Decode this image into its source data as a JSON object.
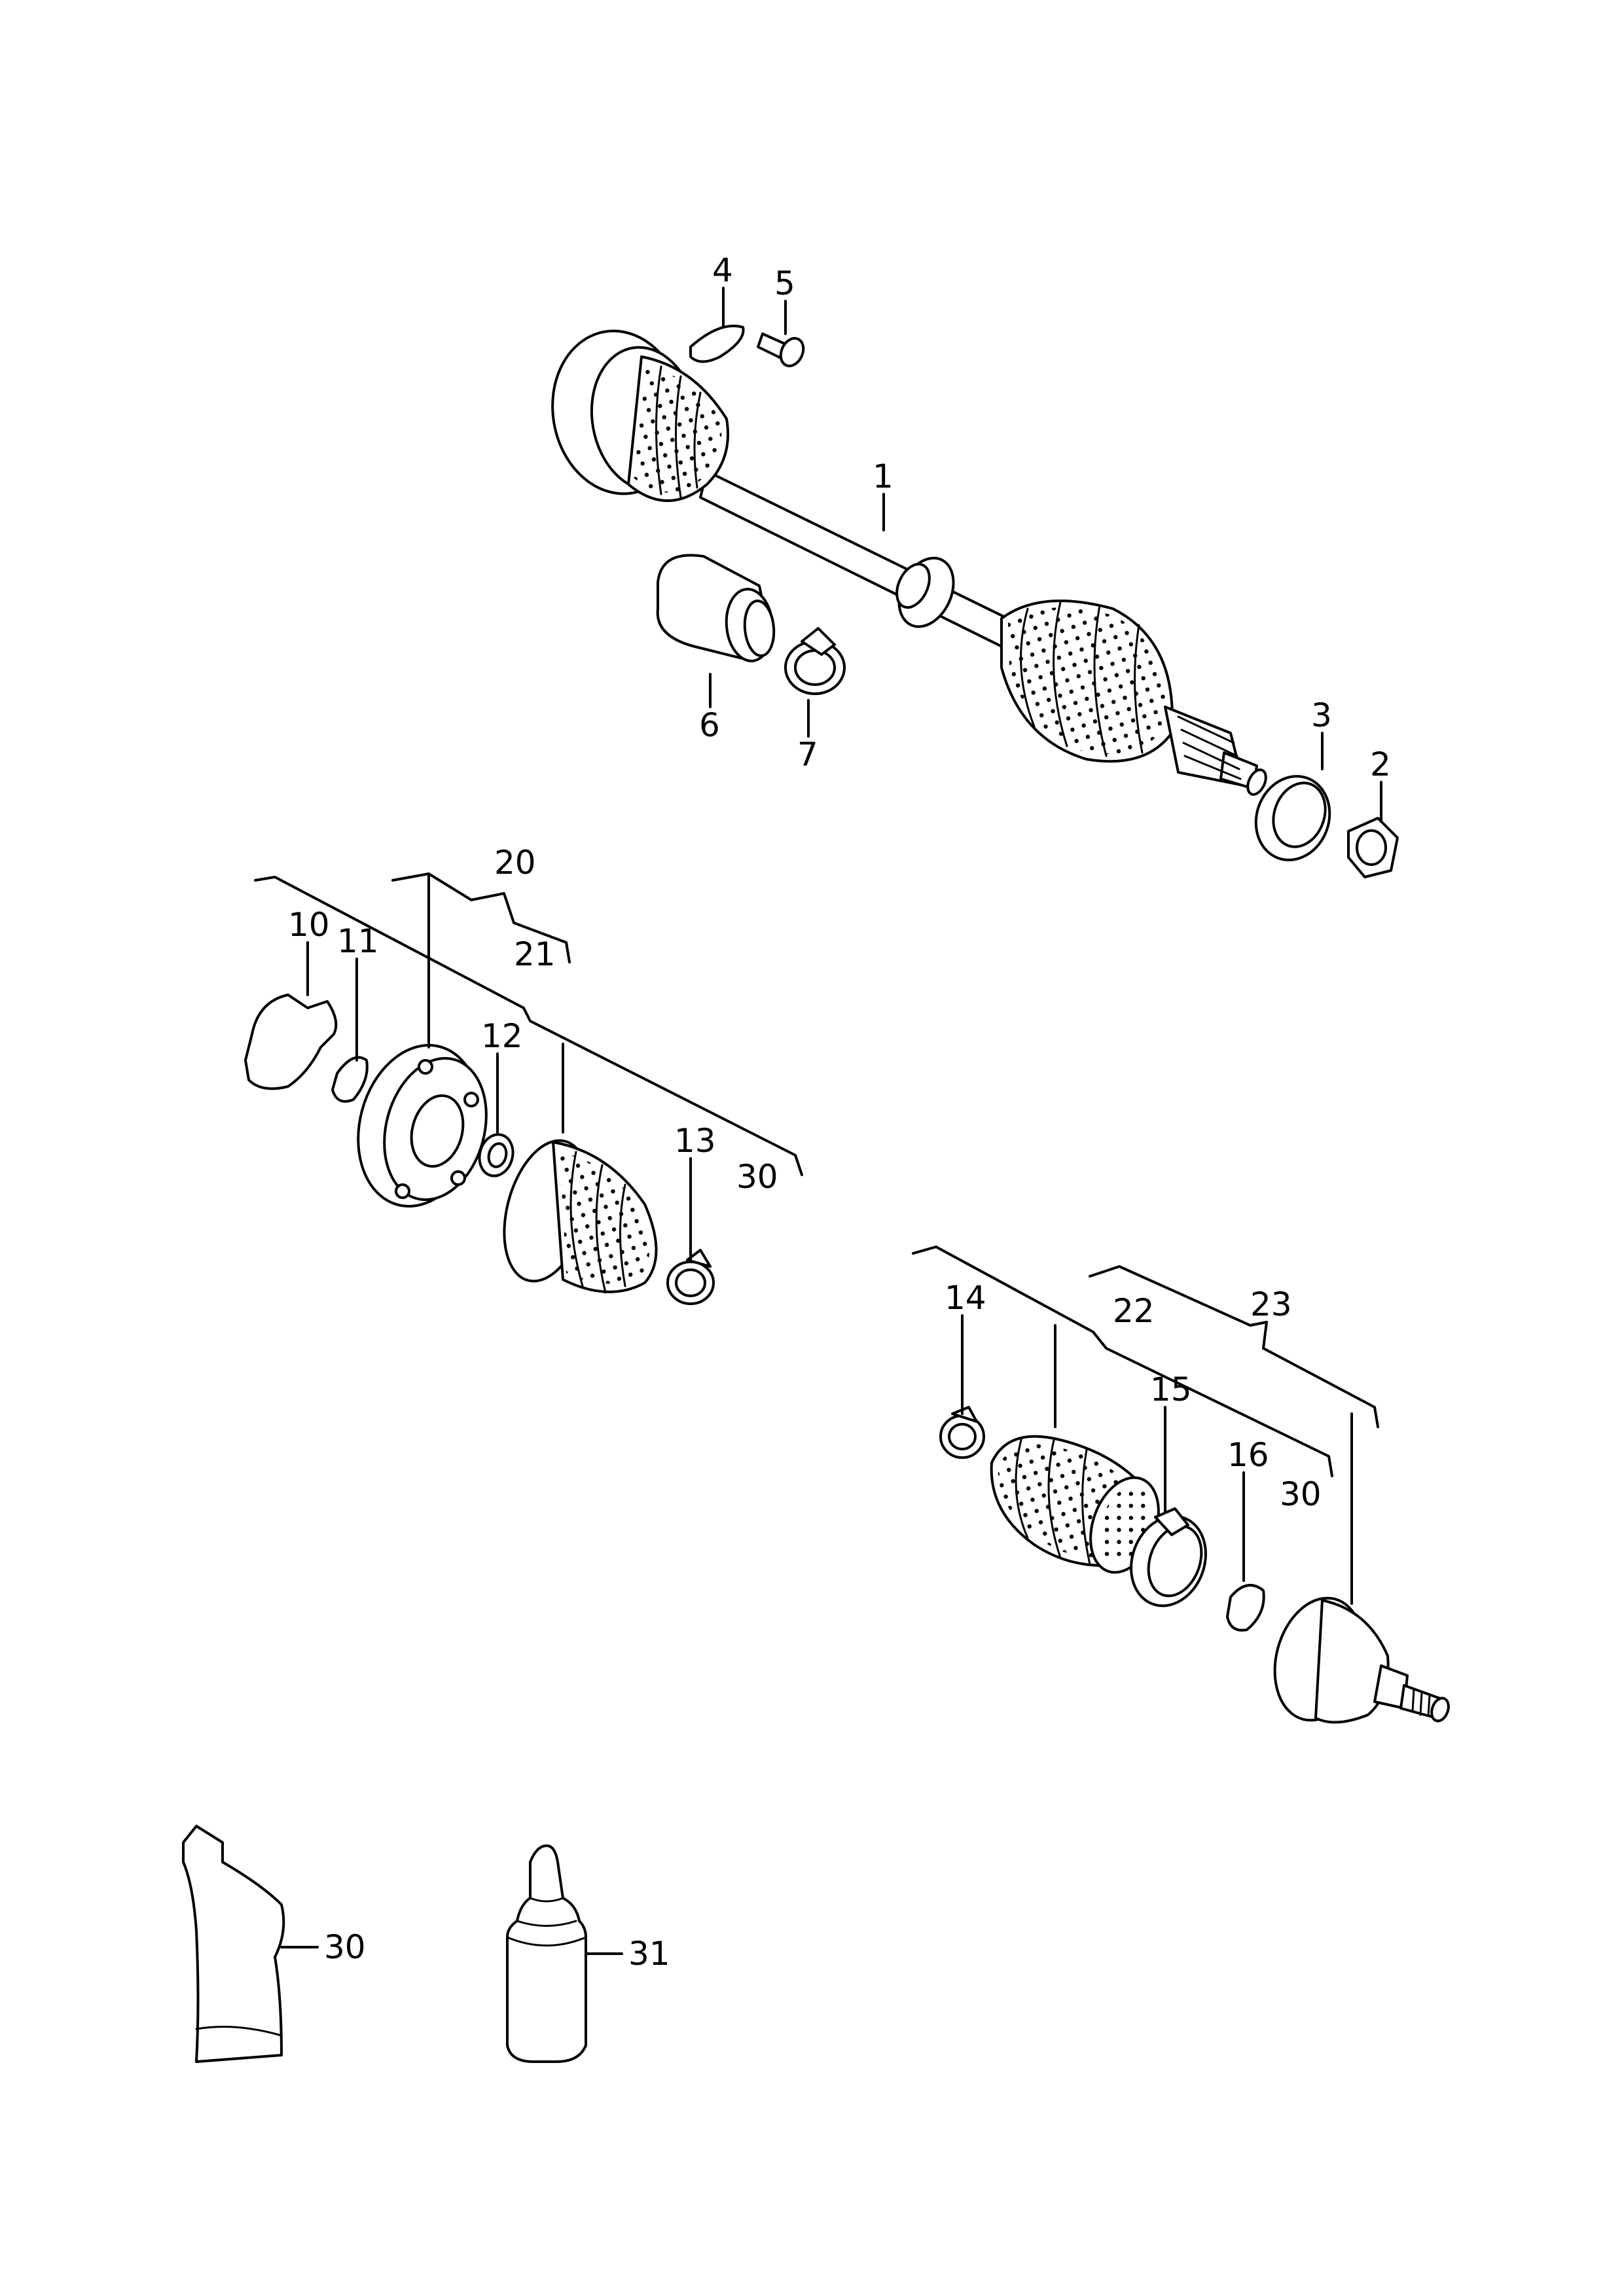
{
  "callouts": {
    "c1": "1",
    "c2": "2",
    "c3": "3",
    "c4": "4",
    "c5": "5",
    "c6": "6",
    "c7": "7",
    "c10": "10",
    "c11": "11",
    "c12": "12",
    "c13": "13",
    "c14": "14",
    "c15": "15",
    "c16": "16",
    "c20": "20",
    "c21": "21",
    "c22": "22",
    "c23": "23",
    "c30a": "30",
    "c30b": "30",
    "c30c": "30",
    "c31": "31"
  }
}
